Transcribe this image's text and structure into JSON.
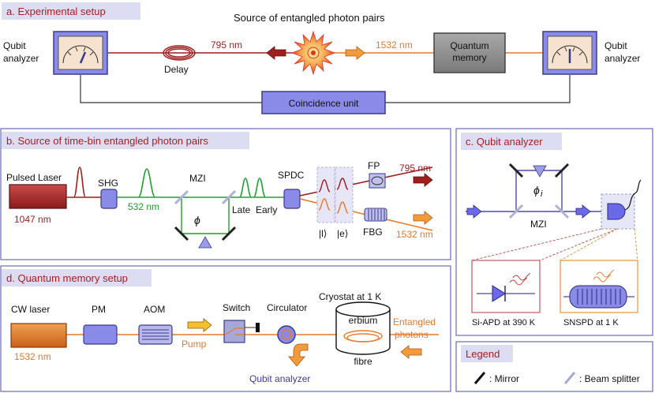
{
  "colors": {
    "header_bg": "#dcdcf2",
    "panel_border": "#6a6ab8",
    "box_fill": "#8a8ae8",
    "red_beam": "#a01e1e",
    "green_beam": "#1fa02e",
    "orange_beam": "#ec7a28",
    "blue_beam": "#4b4bb0",
    "label_red": "#b01c1c"
  },
  "panel_a": {
    "header": "a. Experimental setup",
    "source_title": "Source of entangled photon pairs",
    "left_analyzer": "Qubit analyzer",
    "right_analyzer": "Qubit analyzer",
    "delay_label": "Delay",
    "wl_795": "795 nm",
    "wl_1532": "1532 nm",
    "memory_label": "Quantum memory",
    "coincidence_label": "Coincidence unit"
  },
  "panel_b": {
    "header": "b. Source of time-bin entangled photon pairs",
    "laser_label": "Pulsed Laser",
    "laser_wl": "1047 nm",
    "shg_label": "SHG",
    "green_wl": "532 nm",
    "mzi_label": "MZI",
    "phase_symbol": "ϕ",
    "late_label": "Late",
    "early_label": "Early",
    "spdc_label": "SPDC",
    "ket_late": "|l⟩",
    "ket_early": "|e⟩",
    "fp_label": "FP",
    "fbg_label": "FBG",
    "out_795": "795 nm",
    "out_1532": "1532 nm"
  },
  "panel_c": {
    "header": "c. Qubit analyzer",
    "phase_symbol": "ϕ",
    "phase_subscript": "i",
    "mzi_label": "MZI",
    "det1_label": "Si-APD at 390 K",
    "det2_label": "SNSPD at 1 K"
  },
  "panel_d": {
    "header": "d. Quantum memory setup",
    "cw_label": "CW laser",
    "cw_wl": "1532 nm",
    "pm_label": "PM",
    "aom_label": "AOM",
    "switch_label": "Switch",
    "pump_label": "Pump",
    "circulator_label": "Circulator",
    "cryostat_label": "Cryostat at 1 K",
    "erbium_line1": "erbium",
    "erbium_line2": "fibre",
    "entangled_line1": "Entangled",
    "entangled_line2": "photons",
    "qubit_analyzer_label": "Qubit analyzer"
  },
  "legend": {
    "header": "Legend",
    "mirror_label": ": Mirror",
    "bs_label": ": Beam splitter"
  }
}
